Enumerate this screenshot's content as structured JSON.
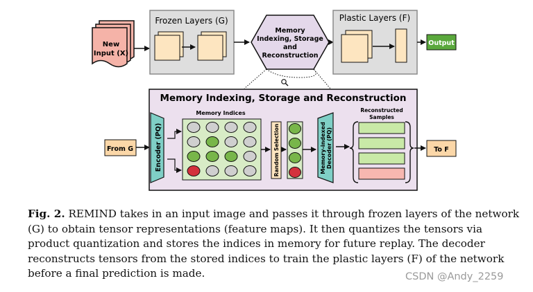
{
  "colors": {
    "frozen_bg": "#dedede",
    "feature_map": "#fde5c0",
    "memory_hex": "#e4d8ea",
    "memory_panel": "#ece0ee",
    "teal": "#7fcfc6",
    "green": "#78b64a",
    "red": "#d3313d",
    "gray_circle": "#cfcfcf",
    "input_pink": "#f5b3a8",
    "output_green": "#5aa83c",
    "from_orange": "#fbd7a8",
    "recon_green": "#c9e9a7",
    "recon_red": "#f7b7b0",
    "watermark": "#9a9a9a"
  },
  "diagram": {
    "input_label_1": "New",
    "input_label_2": "Input (X)",
    "frozen_title": "Frozen Layers (G)",
    "memory_hex_1": "Memory",
    "memory_hex_2": "Indexing, Storage",
    "memory_hex_3": "and",
    "memory_hex_4": "Reconstruction",
    "plastic_title": "Plastic Layers (F)",
    "output_label": "Output",
    "panel_title": "Memory Indexing, Storage and Reconstruction",
    "from_label": "From G",
    "encoder_label": "Encoder (PQ)",
    "memory_indices_label": "Memory Indices",
    "random_selection_label": "Random Selection",
    "decoder_label_1": "Memory-indexed",
    "decoder_label_2": "Decoder (PQ)",
    "reconstructed_label_1": "Reconstructed",
    "reconstructed_label_2": "Samples",
    "to_label": "To F",
    "magnifier_icon": "magnifier-icon",
    "grid": [
      [
        "gray",
        "gray",
        "gray",
        "gray"
      ],
      [
        "gray",
        "green",
        "gray",
        "gray"
      ],
      [
        "green",
        "green",
        "green",
        "gray"
      ],
      [
        "red",
        "gray",
        "gray",
        "gray"
      ]
    ],
    "selected": [
      "green",
      "green",
      "green",
      "red"
    ],
    "reconstructed": [
      "green",
      "green",
      "green",
      "red"
    ]
  },
  "caption": {
    "label": "Fig. 2.",
    "text": "REMIND takes in an input image and passes it through frozen layers of the network (G) to obtain tensor representations (feature maps). It then quantizes the tensors via product quantization and stores the indices in memory for future replay. The decoder reconstructs tensors from the stored indices to train the plastic layers (F) of the network before a final prediction is made."
  },
  "watermark": "CSDN @Andy_2259"
}
